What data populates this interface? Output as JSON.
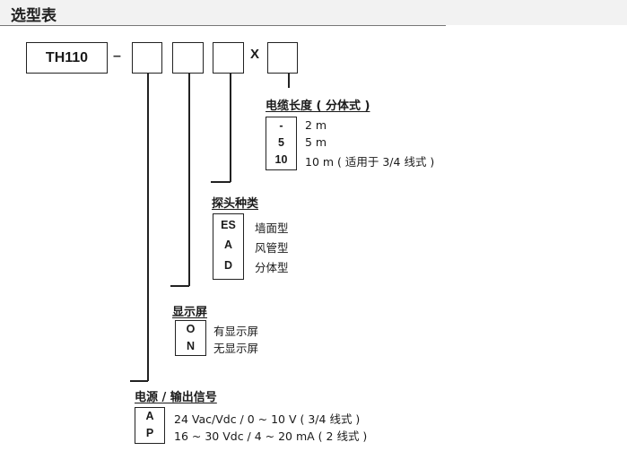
{
  "page": {
    "title": "选型表"
  },
  "model": {
    "prefix": "TH110",
    "dash": "–",
    "times": "X"
  },
  "sections": {
    "cable": {
      "title": "电缆长度 ( 分体式 )",
      "options": [
        {
          "code": "-",
          "desc": "2 m"
        },
        {
          "code": "5",
          "desc": "5 m"
        },
        {
          "code": "10",
          "desc": "10 m ( 适用于 3/4 线式 )"
        }
      ]
    },
    "probe": {
      "title": "探头种类",
      "options": [
        {
          "code": "ES",
          "desc": "墙面型"
        },
        {
          "code": "A",
          "desc": "风管型"
        },
        {
          "code": "D",
          "desc": "分体型"
        }
      ]
    },
    "display": {
      "title": "显示屏",
      "options": [
        {
          "code": "O",
          "desc": "有显示屏"
        },
        {
          "code": "N",
          "desc": "无显示屏"
        }
      ]
    },
    "power": {
      "title": "电源 / 输出信号",
      "options": [
        {
          "code": "A",
          "desc": "24 Vac/Vdc / 0 ~ 10 V ( 3/4 线式 )"
        },
        {
          "code": "P",
          "desc": "16 ~ 30 Vdc / 4 ~ 20 mA ( 2 线式 )"
        }
      ]
    }
  }
}
